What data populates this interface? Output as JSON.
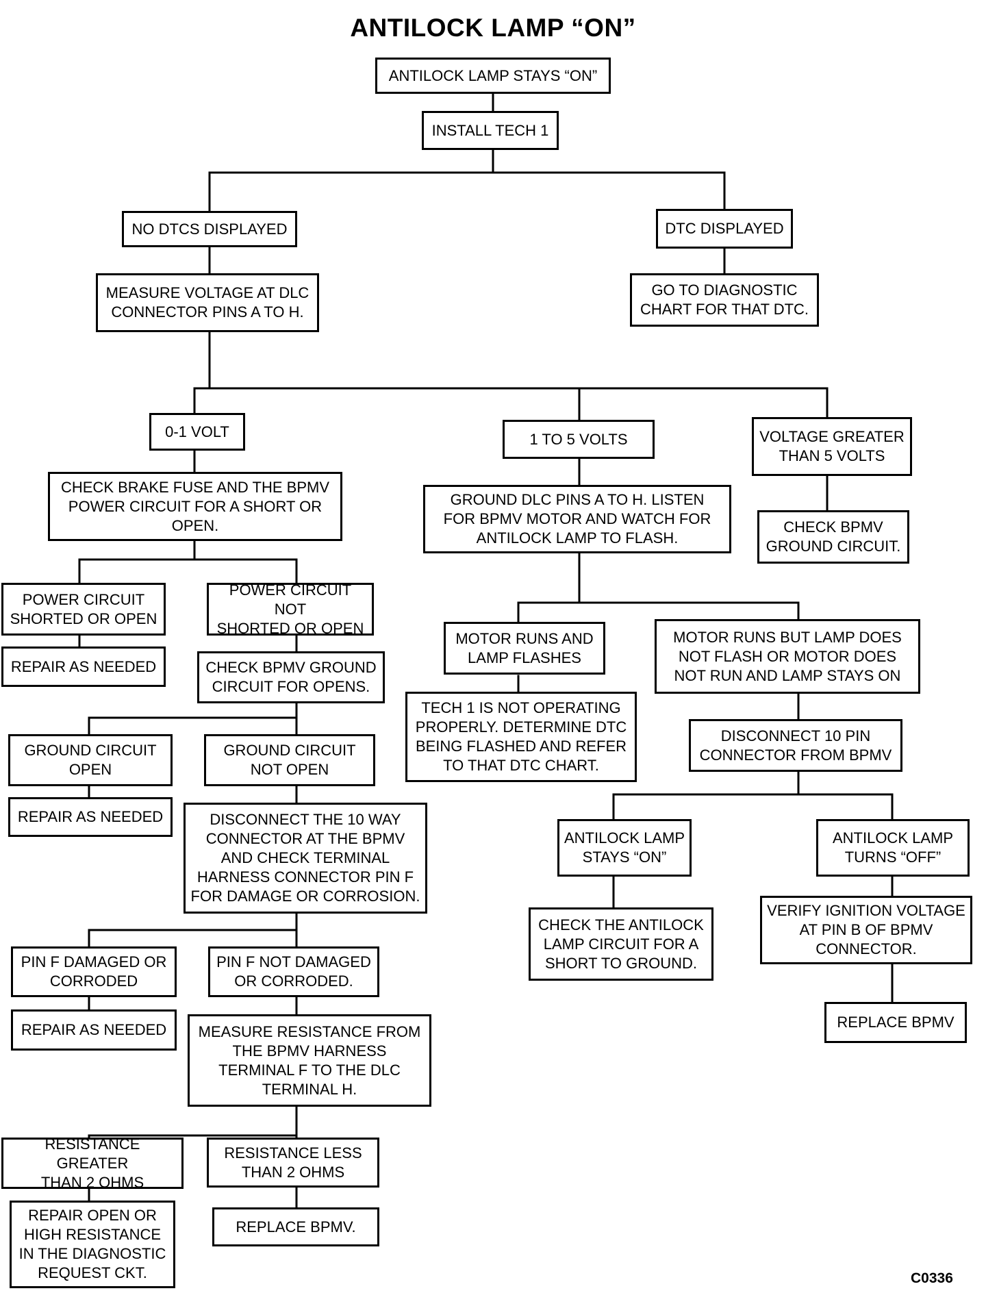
{
  "title": "ANTILOCK LAMP “ON”",
  "figure_code": "C0336",
  "nodes": {
    "n1": "ANTILOCK LAMP STAYS “ON”",
    "n2": "INSTALL TECH 1",
    "n3": "NO DTCs DISPLAYED",
    "n4": "DTC DISPLAYED",
    "n5": "MEASURE VOLTAGE AT DLC\nCONNECTOR PINS A TO H.",
    "n6": "GO TO DIAGNOSTIC\nCHART FOR THAT DTC.",
    "n7": "0-1 VOLT",
    "n8": "1 TO 5 VOLTS",
    "n9": "VOLTAGE GREATER\nTHAN 5 VOLTS",
    "n10": "CHECK BRAKE FUSE AND THE BPMV\nPOWER CIRCUIT FOR A SHORT OR\nOPEN.",
    "n11": "GROUND DLC PINS A TO H. LISTEN\nFOR BPMV MOTOR AND WATCH FOR\nANTILOCK LAMP TO FLASH.",
    "n12": "CHECK BPMV\nGROUND CIRCUIT.",
    "n13": "POWER CIRCUIT\nSHORTED OR OPEN",
    "n14": "POWER CIRCUIT NOT\nSHORTED OR OPEN",
    "n15": "REPAIR AS NEEDED",
    "n16": "CHECK BPMV GROUND\nCIRCUIT FOR OPENS.",
    "n17": "MOTOR RUNS AND\nLAMP FLASHES",
    "n18": "MOTOR RUNS BUT LAMP DOES\nNOT FLASH OR MOTOR DOES\nNOT RUN AND LAMP STAYS ON",
    "n19": "TECH 1 IS NOT OPERATING\nPROPERLY. DETERMINE DTC\nBEING FLASHED AND REFER\nTO THAT DTC CHART.",
    "n20": "DISCONNECT 10 PIN\nCONNECTOR FROM BPMV",
    "n21": "GROUND CIRCUIT\nOPEN",
    "n22": "GROUND CIRCUIT\nNOT OPEN",
    "n23": "REPAIR AS NEEDED",
    "n24": "DISCONNECT THE 10 WAY\nCONNECTOR AT THE BPMV\nAND CHECK TERMINAL\nHARNESS CONNECTOR PIN F\nFOR DAMAGE OR CORROSION.",
    "n25": "ANTILOCK LAMP\nSTAYS “ON”",
    "n26": "ANTILOCK LAMP\nTURNS “OFF”",
    "n27": "CHECK THE ANTILOCK\nLAMP CIRCUIT FOR A\nSHORT TO GROUND.",
    "n28": "VERIFY IGNITION VOLTAGE\nAT PIN B OF BPMV\nCONNECTOR.",
    "n29": "PIN F DAMAGED OR\nCORRODED",
    "n30": "PIN F NOT DAMAGED\nOR CORRODED.",
    "n31": "REPAIR AS NEEDED",
    "n32": "MEASURE RESISTANCE FROM\nTHE BPMV HARNESS\nTERMINAL F TO THE DLC\nTERMINAL H.",
    "n33": "REPLACE BPMV",
    "n34": "RESISTANCE GREATER\nTHAN 2 OHMS",
    "n35": "RESISTANCE LESS\nTHAN 2 OHMS",
    "n36": "REPAIR OPEN OR\nHIGH RESISTANCE\nIN THE DIAGNOSTIC\nREQUEST CKT.",
    "n37": "REPLACE BPMV."
  }
}
